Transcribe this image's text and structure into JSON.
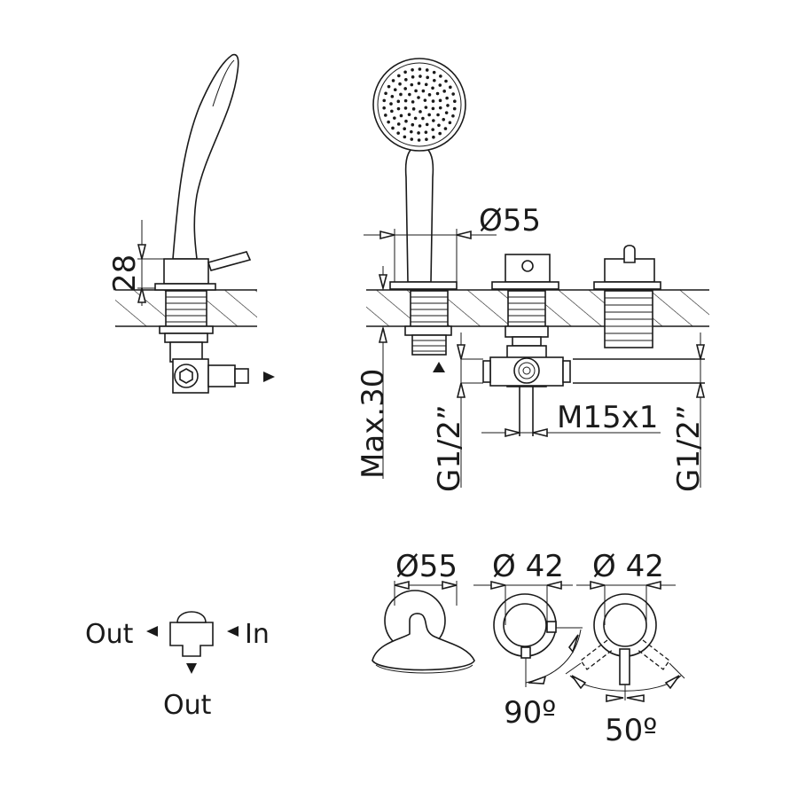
{
  "side_view": {
    "height_label": "28"
  },
  "front_view": {
    "handshower_diameter_label": "Ø55",
    "max_depth_label": "Max.30",
    "inlet_thread_left_label": "G1/2”",
    "inlet_thread_right_label": "G1/2”",
    "outlet_thread_label": "M15x1"
  },
  "top_view": {
    "handshower_plate_label": "Ø55",
    "diverter_diameter_label": "Ø 42",
    "mixer_diameter_label": "Ø 42",
    "diverter_rotation_label": "90º",
    "mixer_rotation_label": "50º"
  },
  "flow_diagram": {
    "out_left_label": "Out",
    "in_label": "In",
    "out_bottom_label": "Out"
  }
}
